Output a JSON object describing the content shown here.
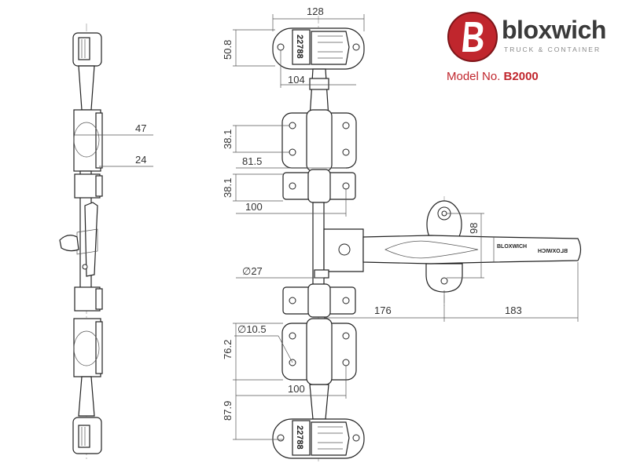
{
  "brand": {
    "name": "bloxwich",
    "tagline": "TRUCK & CONTAINER",
    "logo_color": "#c0262d",
    "logo_icon": "bloxwich-b-logo-icon"
  },
  "model": {
    "label": "Model No.",
    "number": "B2000",
    "color": "#c0262d"
  },
  "part_marks": {
    "keeper_code_top": "22788",
    "keeper_code_bottom": "22788",
    "handle_brand": "BLOXWICH",
    "handle_brand_mirrored": "BLOXWICH"
  },
  "dimensions": {
    "keeper_width": "128",
    "keeper_height": "50.8",
    "keeper_hole_pitch": "104",
    "side_offset_1": "47",
    "side_offset_2": "24",
    "bracket_height": "38.1",
    "bracket_hole_pitch": "81.5",
    "guide_height": "38.1",
    "guide_hole_pitch": "100",
    "rod_diameter": "∅27",
    "handle_holder_height": "98",
    "handle_offset": "176",
    "handle_length": "183",
    "hole_diameter": "∅10.5",
    "lower_bracket_height": "76.2",
    "lower_bracket_hole_pitch": "100",
    "cam_to_bracket": "87.9"
  }
}
